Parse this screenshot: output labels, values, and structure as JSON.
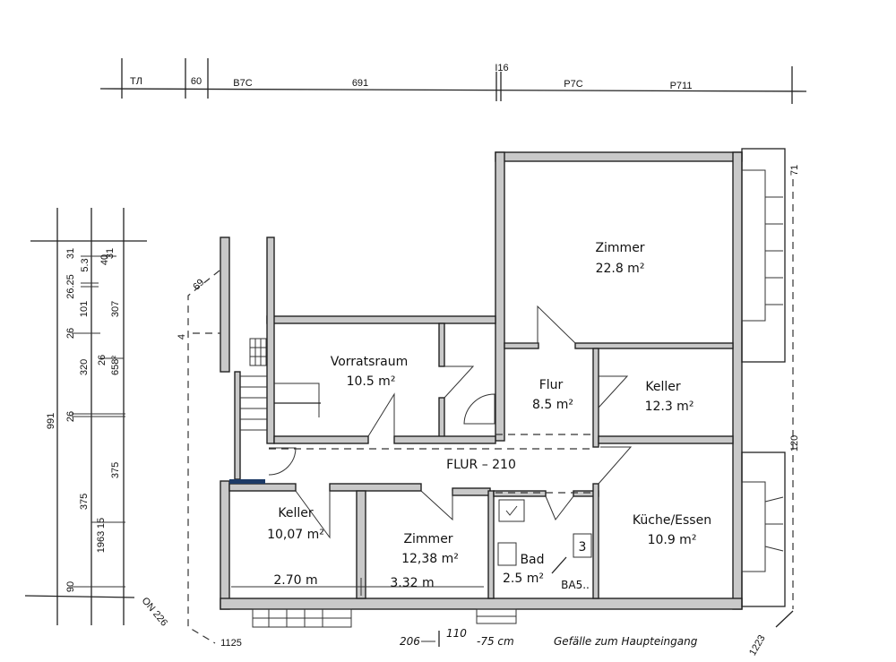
{
  "top_dimensions": {
    "d1": "TЛ",
    "d2": "60",
    "d3": "B7C",
    "d4": "691",
    "d5": "I16",
    "d6": "P7C",
    "d7": "P711"
  },
  "left_dimensions": {
    "total": "991",
    "a": "31",
    "b": "5.3",
    "c": "40",
    "d": "31",
    "e": "26.25",
    "f": "101",
    "g": "307",
    "h": "26",
    "i": "320",
    "j": "26",
    "k": "658²",
    "l": "26",
    "m": "375",
    "n": "375",
    "o": "15",
    "p": "1963",
    "q": "90"
  },
  "rooms": {
    "zimmer_large": {
      "name": "Zimmer",
      "area": "22.8 m²"
    },
    "vorratsraum": {
      "name": "Vorratsraum",
      "area": "10.5 m²"
    },
    "flur": {
      "name": "Flur",
      "area": "8.5 m²"
    },
    "keller_right": {
      "name": "Keller",
      "area": "12.3 m²"
    },
    "hall": {
      "name": "FLUR – 210"
    },
    "keller_left": {
      "name": "Keller",
      "area": "10,07 m²",
      "width": "2.70 m"
    },
    "zimmer_small": {
      "name": "Zimmer",
      "area": "12,38 m²",
      "width": "3.32 m"
    },
    "bad": {
      "name": "Bad",
      "area": "2.5 m²",
      "note": "BA5..",
      "fixture": "3"
    },
    "kueche": {
      "name": "Küche/Essen",
      "area": "10.9 m²"
    }
  },
  "annotations": {
    "d69": "69",
    "d4": "4",
    "d71": "71",
    "d120": "120",
    "on226": "ON 226",
    "d1125": "1125",
    "d206": "206",
    "d110": "110",
    "d75": "-75 cm",
    "slope": "Gefälle zum Haupteingang",
    "d1223": "1223"
  }
}
